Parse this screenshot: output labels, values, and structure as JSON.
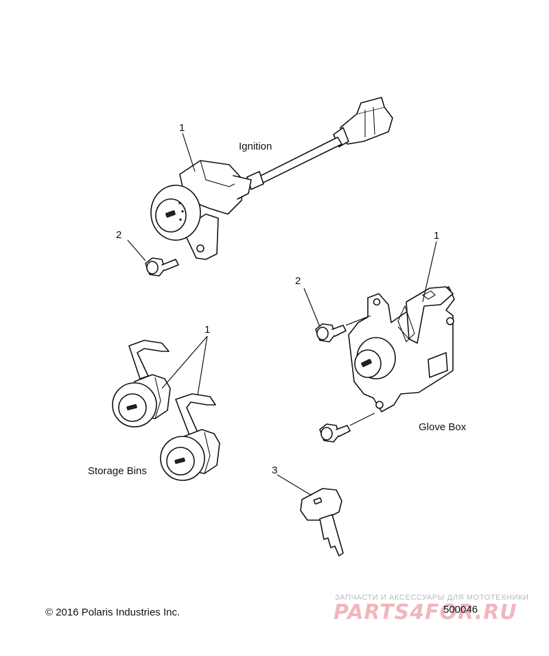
{
  "labels": {
    "ignition": "Ignition",
    "glove_box": "Glove Box",
    "storage_bins": "Storage Bins"
  },
  "callouts": {
    "ignition_switch": "1",
    "ignition_bolt": "2",
    "glove_box_latch": "1",
    "glove_box_bolt": "2",
    "storage_bin_locks": "1",
    "key": "3"
  },
  "footer": {
    "copyright": "© 2016 Polaris Industries Inc.",
    "document_number": "500046"
  },
  "watermark": {
    "tagline": "ЗАПЧАСТИ И АКСЕССУАРЫ ДЛЯ МОТОТЕХНИКИ",
    "logo": "PARTS4FOR.RU"
  },
  "colors": {
    "line": "#111111",
    "background": "#ffffff",
    "watermark_logo": "#f2b6bd",
    "watermark_text": "#b9b9b9"
  }
}
